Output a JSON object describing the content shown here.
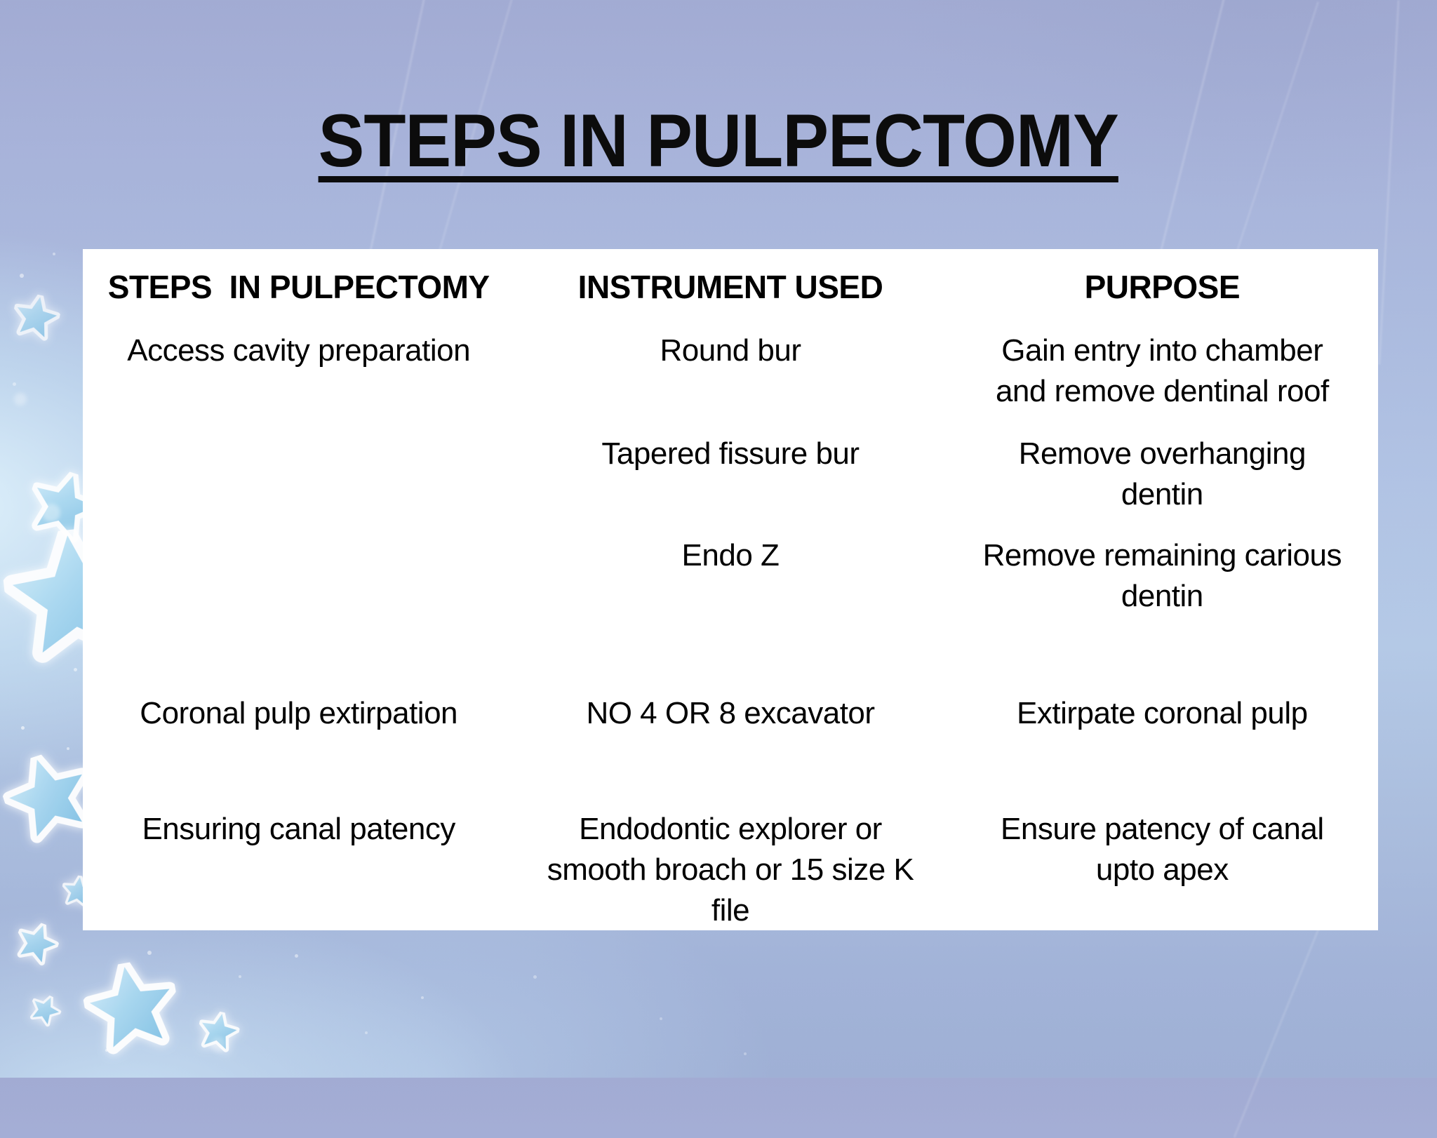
{
  "slide_title": {
    "text": "STEPS IN PULPECTOMY"
  },
  "table": {
    "headers": {
      "step": "STEPS  IN PULPECTOMY",
      "instrument": "INSTRUMENT USED",
      "purpose": "PURPOSE"
    },
    "rows": [
      {
        "step": "Access cavity preparation",
        "instrument": "Round bur",
        "purpose": "Gain entry into chamber\nand remove dentinal roof"
      },
      {
        "step": "",
        "instrument": "Tapered fissure bur",
        "purpose": "Remove overhanging\ndentin"
      },
      {
        "step": "",
        "instrument": "Endo Z",
        "purpose": "Remove remaining carious\ndentin"
      },
      {
        "step": "Coronal pulp extirpation",
        "instrument": "NO 4 OR 8 excavator",
        "purpose": "Extirpate coronal pulp"
      },
      {
        "step": "Ensuring canal patency",
        "instrument": "Endodontic explorer or\nsmooth broach or 15 size K\nfile",
        "purpose": "Ensure patency of canal\nupto apex"
      }
    ]
  },
  "colors": {
    "background_blue": "#aabcde",
    "background_light": "#d8ecf8",
    "panel_white": "#ffffff",
    "text_black": "#000000",
    "star_fill_light": "#cdeaf8",
    "star_fill_dark": "#82c2e6",
    "star_outline": "#ffffff"
  }
}
